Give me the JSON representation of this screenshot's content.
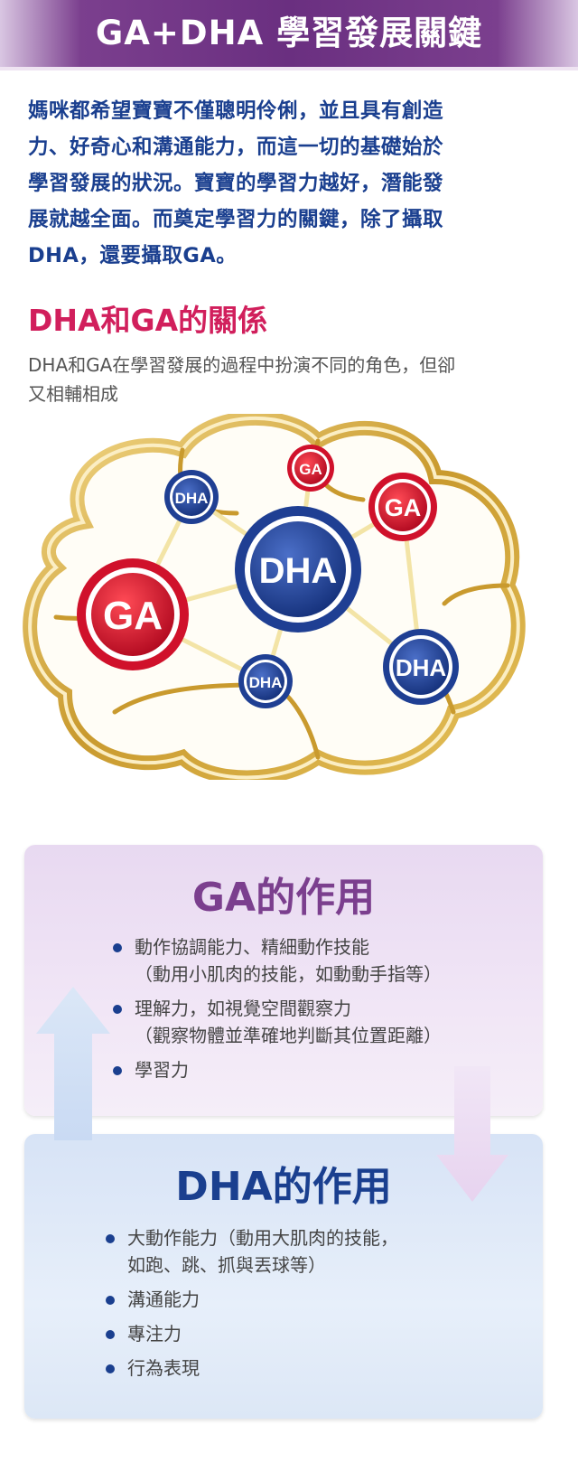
{
  "banner": {
    "title": "GA+DHA 學習發展關鍵"
  },
  "intro": {
    "lines": [
      "媽咪都希望寶寶不僅聰明伶俐，並且具有創造",
      "力、好奇心和溝通能力，而這一切的基礎始於",
      "學習發展的狀況。寶寶的學習力越好，潛能發",
      "展就越全面。而奠定學習力的關鍵，除了攝取",
      "DHA，還要攝取GA。"
    ]
  },
  "relationship": {
    "title": "DHA和GA的關係",
    "desc_lines": [
      "DHA和GA在學習發展的過程中扮演不同的角色，但卻",
      "又相輔相成"
    ]
  },
  "diagram": {
    "ga_label": "GA",
    "dha_label": "DHA",
    "colors": {
      "ga": "#d0112b",
      "dha": "#1f3f93",
      "gold": "#c99a2e"
    }
  },
  "ga_card": {
    "title": "GA的作用",
    "items": [
      {
        "text": "動作協調能力、精細動作技能",
        "sub": "（動用小肌肉的技能，如動動手指等）"
      },
      {
        "text": "理解力，如視覺空間觀察力",
        "sub": "（觀察物體並準確地判斷其位置距離）"
      },
      {
        "text": "學習力",
        "sub": ""
      }
    ]
  },
  "dha_card": {
    "title": "DHA的作用",
    "items": [
      {
        "text": "大動作能力（動用大肌肉的技能，",
        "sub": "如跑、跳、抓與丟球等）"
      },
      {
        "text": "溝通能力",
        "sub": ""
      },
      {
        "text": "專注力",
        "sub": ""
      },
      {
        "text": "行為表現",
        "sub": ""
      }
    ]
  }
}
